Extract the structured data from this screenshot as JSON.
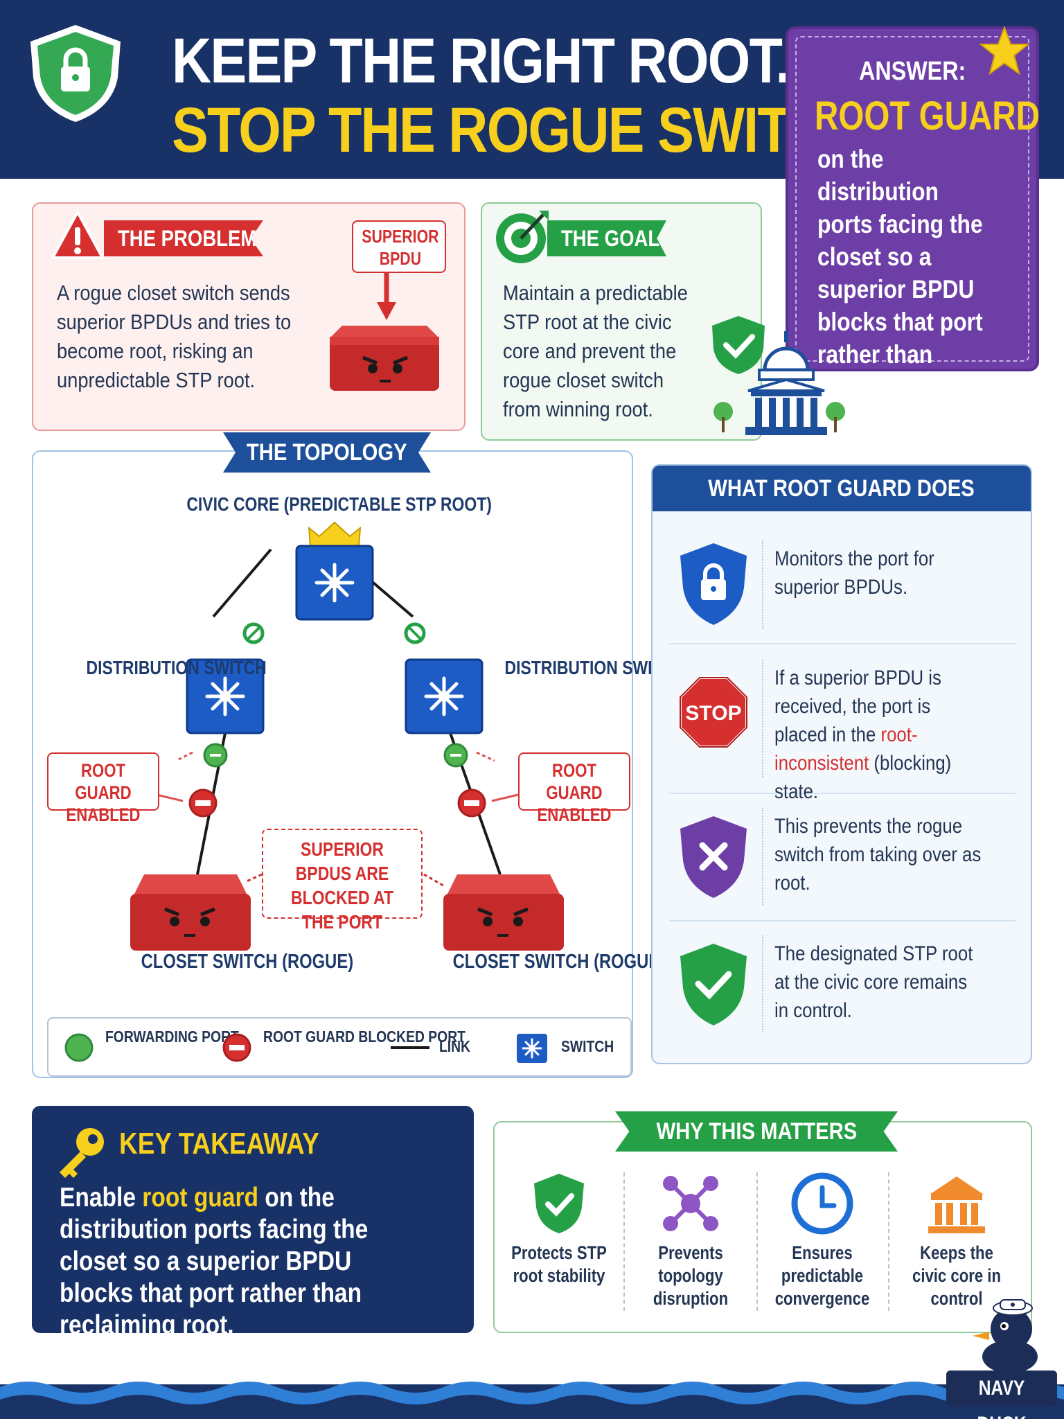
{
  "header": {
    "title_line1": "KEEP THE RIGHT ROOT.",
    "title_line2": "STOP THE ROGUE SWITCH.",
    "shield_icon": "lock-shield-icon"
  },
  "answer": {
    "label": "ANSWER:",
    "title": "ROOT GUARD",
    "body": "on the distribution ports facing the closet so a superior BPDU blocks that port rather than reclaiming root",
    "star_icon": "star-icon"
  },
  "problem": {
    "label": "THE PROBLEM",
    "body": "A rogue closet switch sends superior BPDUs and tries to become root, risking an unpredictable STP root.",
    "callout": "SUPERIOR BPDU"
  },
  "goal": {
    "label": "THE GOAL",
    "body": "Maintain a predictable STP root at the civic core and prevent the rogue closet switch from winning root."
  },
  "topology": {
    "label": "THE TOPOLOGY",
    "core_label": "CIVIC CORE (PREDICTABLE STP ROOT)",
    "dist_left": "DISTRIBUTION SWITCH",
    "dist_right": "DISTRIBUTION SWITCH",
    "root_guard_left": "ROOT GUARD ENABLED",
    "root_guard_right": "ROOT GUARD ENABLED",
    "blocked_note": "SUPERIOR BPDUS ARE BLOCKED AT THE PORT",
    "closet_left": "CLOSET SWITCH (ROGUE)",
    "closet_right": "CLOSET SWITCH (ROGUE)"
  },
  "legend": {
    "forwarding": "FORWARDING PORT",
    "blocked": "ROOT GUARD BLOCKED PORT",
    "link": "LINK",
    "switch": "SWITCH"
  },
  "what_root_guard_does": {
    "title": "WHAT ROOT GUARD DOES",
    "items": [
      {
        "icon": "lock-shield-icon",
        "text": "Monitors the port for superior BPDUs."
      },
      {
        "icon": "stop-sign-icon",
        "text_before": "If a superior BPDU is received, the port is placed in the ",
        "text_red": "root-inconsistent",
        "text_after": " (blocking) state."
      },
      {
        "icon": "x-shield-icon",
        "text": "This prevents the rogue switch from taking over as root."
      },
      {
        "icon": "check-shield-icon",
        "text": "The designated STP root at the civic core remains in control."
      }
    ]
  },
  "key_takeaway": {
    "title": "KEY TAKEAWAY",
    "body_before": "Enable ",
    "body_highlight": "root guard",
    "body_after": " on the distribution ports facing the closet so a superior BPDU blocks that port rather than reclaiming root."
  },
  "why_matters": {
    "title": "WHY THIS MATTERS",
    "items": [
      {
        "icon": "check-shield-icon",
        "text": "Protects STP root stability"
      },
      {
        "icon": "network-nodes-icon",
        "text": "Prevents topology disruption"
      },
      {
        "icon": "clock-icon",
        "text": "Ensures predictable convergence"
      },
      {
        "icon": "civic-building-icon",
        "text": "Keeps the civic core in control"
      }
    ]
  },
  "footer": {
    "brand": "NAVY DUCK"
  },
  "colors": {
    "navy": "#183167",
    "yellow": "#f7cf1d",
    "red": "#d52f2f",
    "green": "#26a046",
    "blue": "#1d4f9a",
    "purple": "#6d3fa6"
  }
}
